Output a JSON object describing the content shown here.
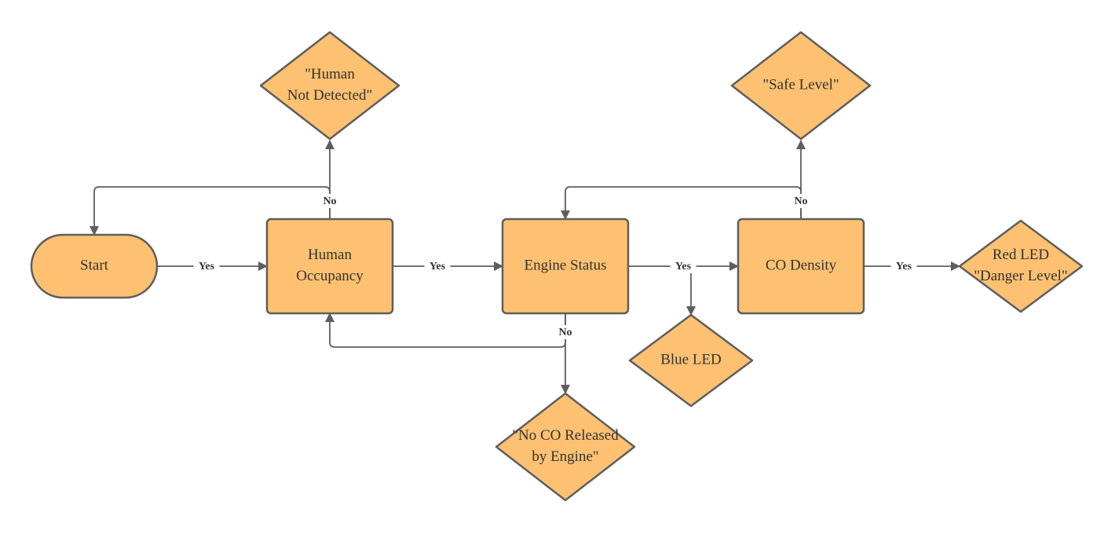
{
  "colors": {
    "node_fill": "#FDC171",
    "node_stroke": "#5E5E5E",
    "connector": "#5E5E5E",
    "text": "#333333"
  },
  "nodes": {
    "start": {
      "shape": "terminator",
      "lines": [
        "Start"
      ]
    },
    "human_occupancy": {
      "shape": "process",
      "lines": [
        "Human",
        "Occupancy"
      ]
    },
    "engine_status": {
      "shape": "process",
      "lines": [
        "Engine Status"
      ]
    },
    "co_density": {
      "shape": "process",
      "lines": [
        "CO Density"
      ]
    },
    "human_not_detected": {
      "shape": "decision",
      "lines": [
        "\"Human",
        "Not Detected\""
      ]
    },
    "safe_level": {
      "shape": "decision",
      "lines": [
        "\"Safe Level\""
      ]
    },
    "blue_led": {
      "shape": "decision",
      "lines": [
        "Blue LED"
      ]
    },
    "no_co_released": {
      "shape": "decision",
      "lines": [
        "\"No CO Released",
        "by Engine\""
      ]
    },
    "red_led": {
      "shape": "decision",
      "lines": [
        "Red LED",
        "\"Danger Level\""
      ]
    }
  },
  "edges": [
    {
      "from": "start",
      "to": "human_occupancy",
      "label": "Yes"
    },
    {
      "from": "human_occupancy",
      "to": "engine_status",
      "label": "Yes"
    },
    {
      "from": "human_occupancy",
      "to": "human_not_detected",
      "label": "No"
    },
    {
      "from": "human_occupancy",
      "to": "start",
      "label": ""
    },
    {
      "from": "engine_status",
      "to": "co_density",
      "label": "Yes"
    },
    {
      "from": "engine_status",
      "to": "blue_led",
      "label": ""
    },
    {
      "from": "engine_status",
      "to": "no_co_released",
      "label": "No"
    },
    {
      "from": "engine_status",
      "to": "human_occupancy",
      "label": ""
    },
    {
      "from": "co_density",
      "to": "red_led",
      "label": "Yes"
    },
    {
      "from": "co_density",
      "to": "safe_level",
      "label": "No"
    },
    {
      "from": "co_density",
      "to": "engine_status",
      "label": ""
    }
  ]
}
